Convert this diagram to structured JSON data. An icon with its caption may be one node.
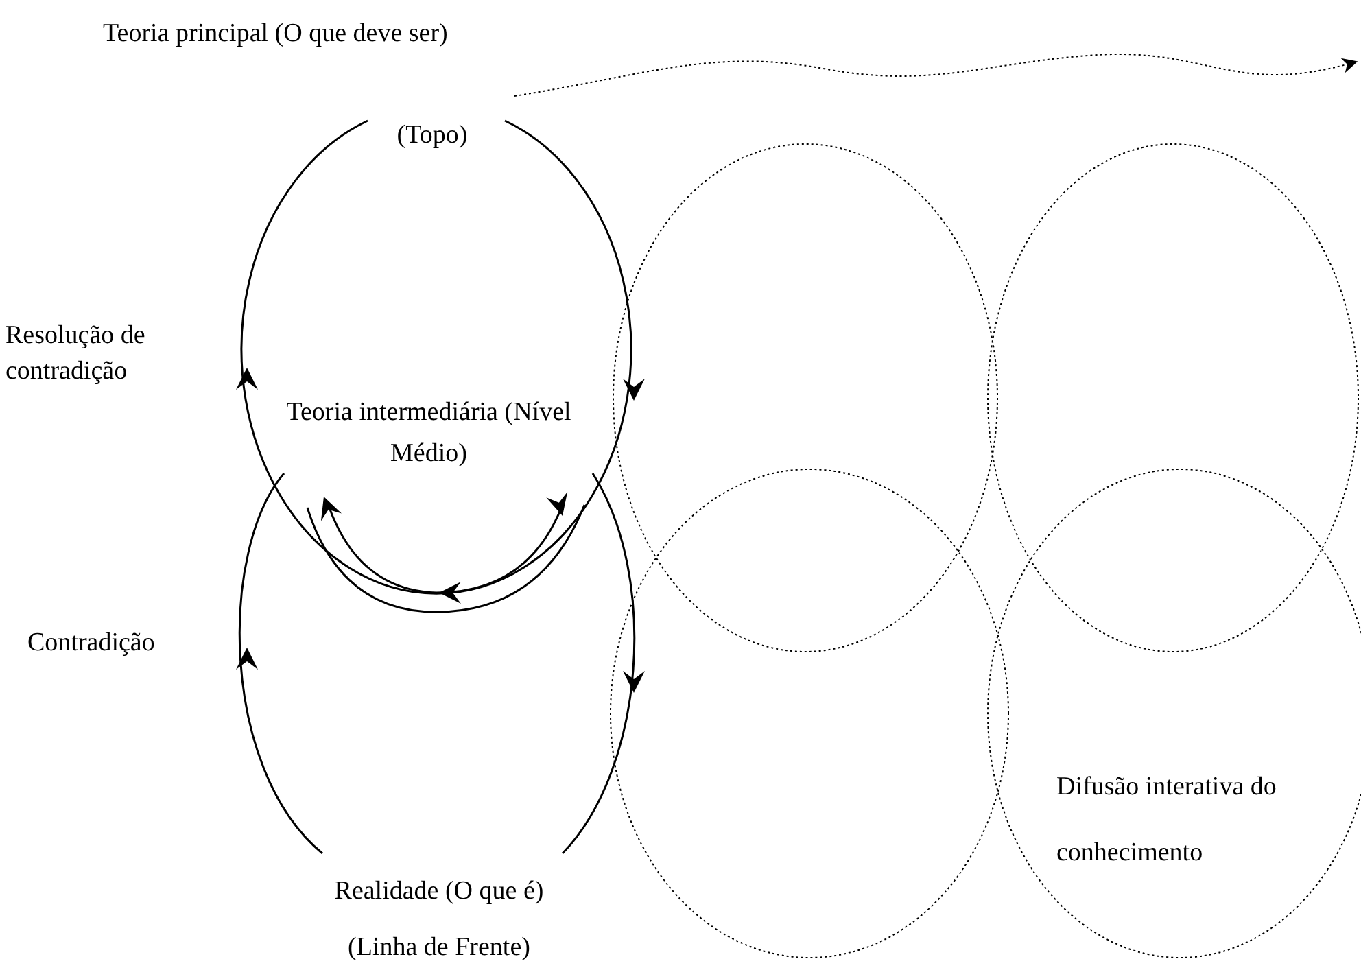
{
  "diagram": {
    "labels": [
      "Teoria principal (O que deve ser)",
      "(Topo)",
      "Resolução de contradição",
      "Teoria intermediária (Nível Médio)",
      "Contradição",
      "Difusão interativa do conhecimento",
      "Realidade (O que é)",
      "(Linha de Frente)"
    ]
  }
}
